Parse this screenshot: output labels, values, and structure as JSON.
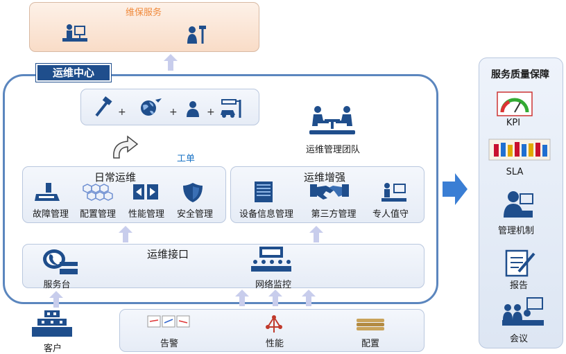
{
  "maintenance_service": {
    "title": "维保服务"
  },
  "ops_center": {
    "title": "运维中心"
  },
  "resources": {
    "plus": "+"
  },
  "ticket": {
    "label": "工单"
  },
  "ops_team": {
    "label": "运维管理团队"
  },
  "daily_ops": {
    "title": "日常运维",
    "items": [
      "故障管理",
      "配置管理",
      "性能管理",
      "安全管理"
    ]
  },
  "ops_enhance": {
    "title": "运维增强",
    "items": [
      "设备信息管理",
      "第三方管理",
      "专人值守"
    ]
  },
  "ops_interface": {
    "title": "运维接口",
    "service_desk": "服务台",
    "network_monitor": "网络监控"
  },
  "customer": {
    "label": "客户"
  },
  "inputs": {
    "items": [
      "告警",
      "性能",
      "配置"
    ]
  },
  "sqa": {
    "title": "服务质量保障",
    "items": [
      "KPI",
      "SLA",
      "管理机制",
      "报告",
      "会议"
    ]
  },
  "colors": {
    "frame": "#5b86be",
    "accent": "#1f4e8c",
    "ticket": "#1a73c6",
    "orange": "#f08a3c"
  }
}
